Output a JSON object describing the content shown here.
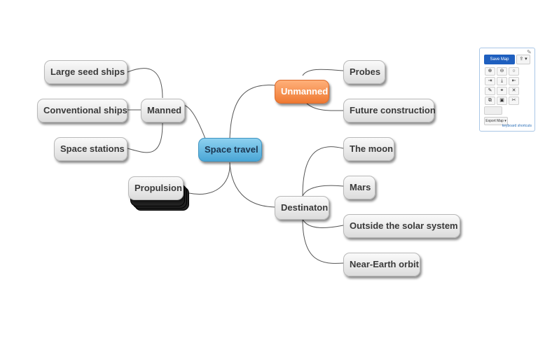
{
  "mindmap": {
    "root": "Space travel",
    "unmanned": "Unmanned",
    "manned": "Manned",
    "destination": "Destinaton",
    "propulsion": "Propulsion",
    "probes": "Probes",
    "future_construction": "Future construction",
    "large_seed_ships": "Large seed ships",
    "conventional_ships": "Conventional ships",
    "space_stations": "Space stations",
    "the_moon": "The moon",
    "mars": "Mars",
    "outside_solar_system": "Outside the solar system",
    "near_earth_orbit": "Near-Earth orbit"
  },
  "colors": {
    "root": "#5bb6e3",
    "unmanned": "#f58a45",
    "default": "#e6e6e6"
  },
  "toolbar": {
    "save_label": "Save Map",
    "share_glyph": "⇪ ▾",
    "export_label": "Export Map ▾",
    "shortcuts_label": "keyboard shortcuts",
    "icons": [
      "zoom-in",
      "zoom-out",
      "reset-zoom",
      "expand",
      "collapse",
      "undo",
      "edit",
      "link",
      "delete",
      "copy",
      "paste",
      "cut"
    ]
  }
}
